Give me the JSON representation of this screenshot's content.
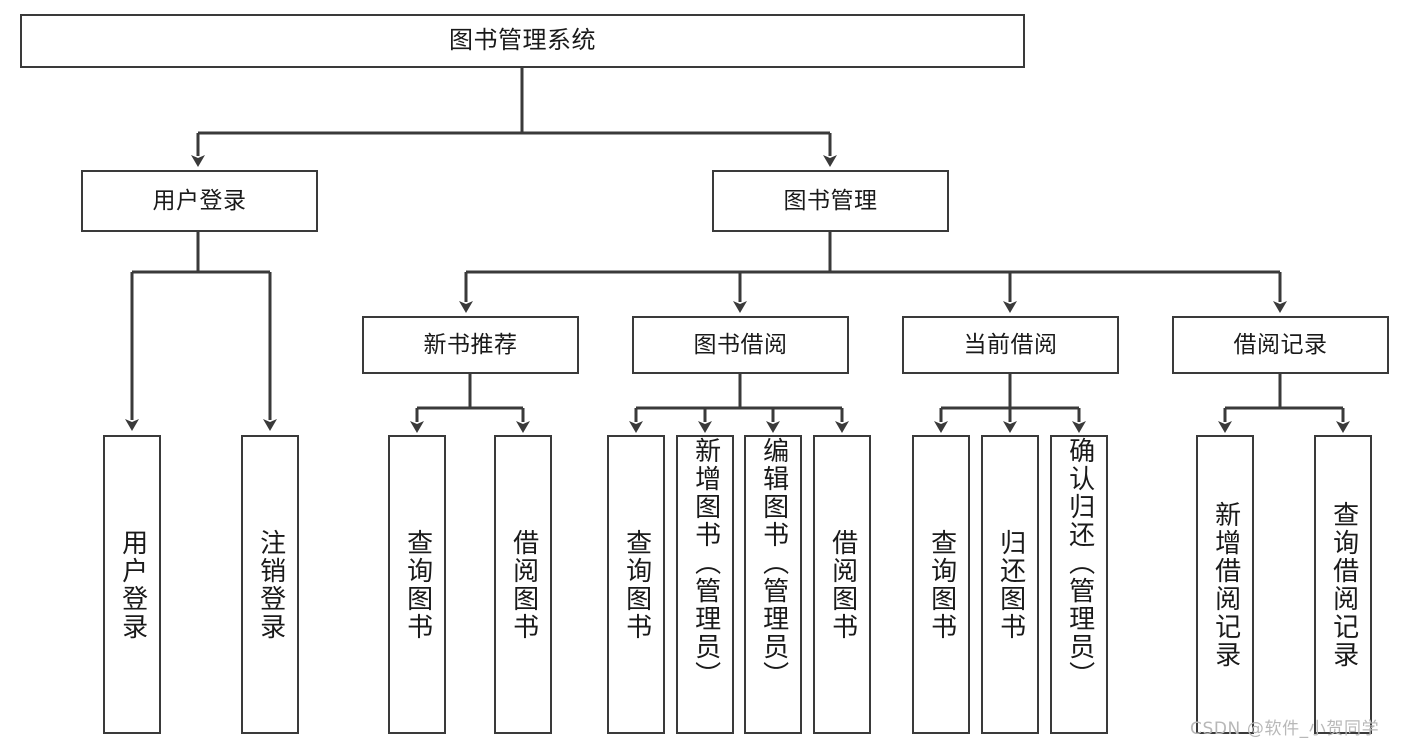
{
  "diagram": {
    "title": "图书管理系统",
    "type": "function-structure-tree",
    "watermark": "CSDN @软件_小贺同学",
    "nodes": {
      "root": {
        "label": "图书管理系统"
      },
      "level1": [
        {
          "id": "user-login",
          "label": "用户登录"
        },
        {
          "id": "book-manage",
          "label": "图书管理"
        }
      ],
      "level2": [
        {
          "id": "new-book-recommend",
          "label": "新书推荐"
        },
        {
          "id": "book-borrow",
          "label": "图书借阅"
        },
        {
          "id": "current-borrow",
          "label": "当前借阅"
        },
        {
          "id": "borrow-record",
          "label": "借阅记录"
        }
      ],
      "leaves": {
        "user-login": [
          {
            "id": "leaf-user-login",
            "label": "用户登录"
          },
          {
            "id": "leaf-logout-login",
            "label": "注销登录"
          }
        ],
        "new-book-recommend": [
          {
            "id": "leaf-query-book-1",
            "label": "查询图书"
          },
          {
            "id": "leaf-borrow-book-1",
            "label": "借阅图书"
          }
        ],
        "book-borrow": [
          {
            "id": "leaf-query-book-2",
            "label": "查询图书"
          },
          {
            "id": "leaf-add-book",
            "label": "新增图书（管理员）"
          },
          {
            "id": "leaf-edit-book",
            "label": "编辑图书（管理员）"
          },
          {
            "id": "leaf-borrow-book-2",
            "label": "借阅图书"
          }
        ],
        "current-borrow": [
          {
            "id": "leaf-query-book-3",
            "label": "查询图书"
          },
          {
            "id": "leaf-return-book",
            "label": "归还图书"
          },
          {
            "id": "leaf-confirm-return",
            "label": "确认归还（管理员）"
          }
        ],
        "borrow-record": [
          {
            "id": "leaf-add-record",
            "label": "新增借阅记录"
          },
          {
            "id": "leaf-query-record",
            "label": "查询借阅记录"
          }
        ]
      }
    },
    "colors": {
      "box_border": "#3a3a3a",
      "box_fill": "#ffffff",
      "text": "#1a1a1a",
      "edge": "#3a3a3a",
      "watermark": "#b8b8b8",
      "background": "#ffffff"
    }
  }
}
